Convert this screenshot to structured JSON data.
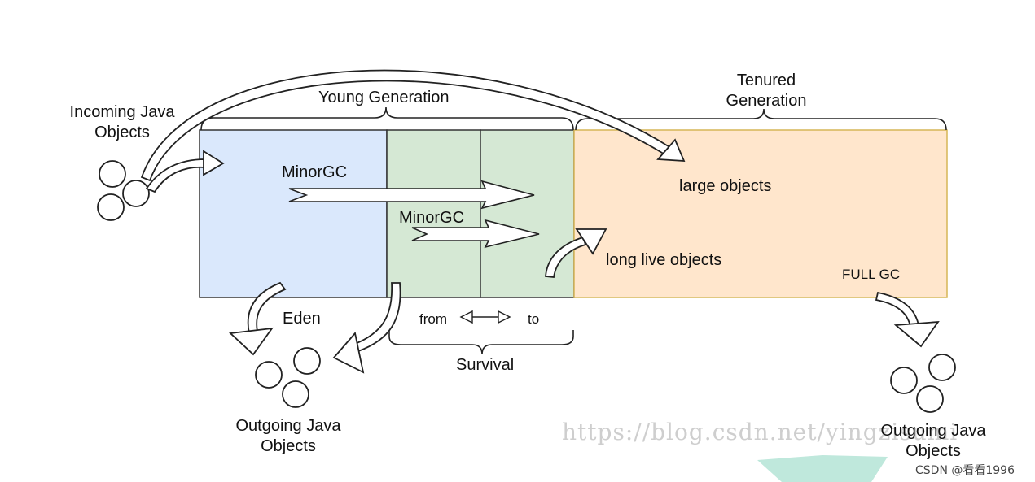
{
  "labels": {
    "incoming": "Incoming Java Objects",
    "young_generation": "Young Generation",
    "tenured_generation": "Tenured Generation",
    "minor_gc_eden": "MinorGC",
    "minor_gc_survivor": "MinorGC",
    "large_objects": "large objects",
    "long_live_objects": "long live objects",
    "full_gc": "FULL GC",
    "eden": "Eden",
    "from": "from",
    "to": "to",
    "survival": "Survival",
    "outgoing_left": "Outgoing Java Objects",
    "outgoing_right": "Outgoing Java Objects"
  },
  "watermark": "https://blog.csdn.net/yingzisumi",
  "credit": "CSDN @看看1996",
  "colors": {
    "eden_fill": "#dae8fc",
    "survivor_fill": "#d5e8d4",
    "tenured_fill": "#ffe6cc",
    "tenured_border": "#d6b656",
    "line": "#222222",
    "arrow_fill": "#ffffff",
    "teal_accent": "#bfe8dc"
  }
}
